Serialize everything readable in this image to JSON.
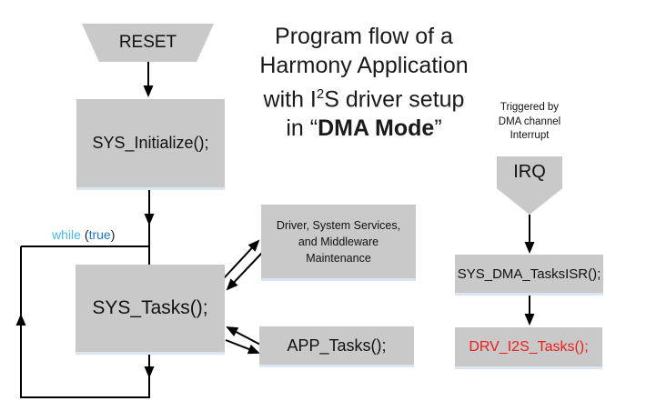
{
  "title": {
    "line1": "Program flow of a",
    "line2": "Harmony Application",
    "line3_pre": "with I",
    "line3_sup": "2",
    "line3_post": "S driver setup",
    "line4_pre": "in “",
    "line4_bold": "DMA Mode",
    "line4_post": "”"
  },
  "flowchart": {
    "reset_label": "RESET",
    "sys_initialize_label": "SYS_Initialize();",
    "while_keyword": "while",
    "while_paren_open": "(",
    "while_true": "true",
    "while_paren_close": ")",
    "sys_tasks_label": "SYS_Tasks();",
    "driver_box_line1": "Driver, System Services,",
    "driver_box_line2": "and Middleware",
    "driver_box_line3": "Maintenance",
    "app_tasks_label": "APP_Tasks();"
  },
  "interrupt_flow": {
    "trigger_note_line1": "Triggered by",
    "trigger_note_line2": "DMA channel",
    "trigger_note_line3": "Interrupt",
    "irq_label": "IRQ",
    "sys_dma_tasks_isr_label": "SYS_DMA_TasksISR();",
    "drv_i2s_tasks_label": "DRV_I2S_Tasks();"
  },
  "colors": {
    "box_fill": "#c9c9c9",
    "box_bottom_shadow": "#dce6f3",
    "arrow": "#000000",
    "highlight_red": "#ee1c1c",
    "while_keyword_blue": "#4ab8ea",
    "true_blue": "#2077c4"
  }
}
